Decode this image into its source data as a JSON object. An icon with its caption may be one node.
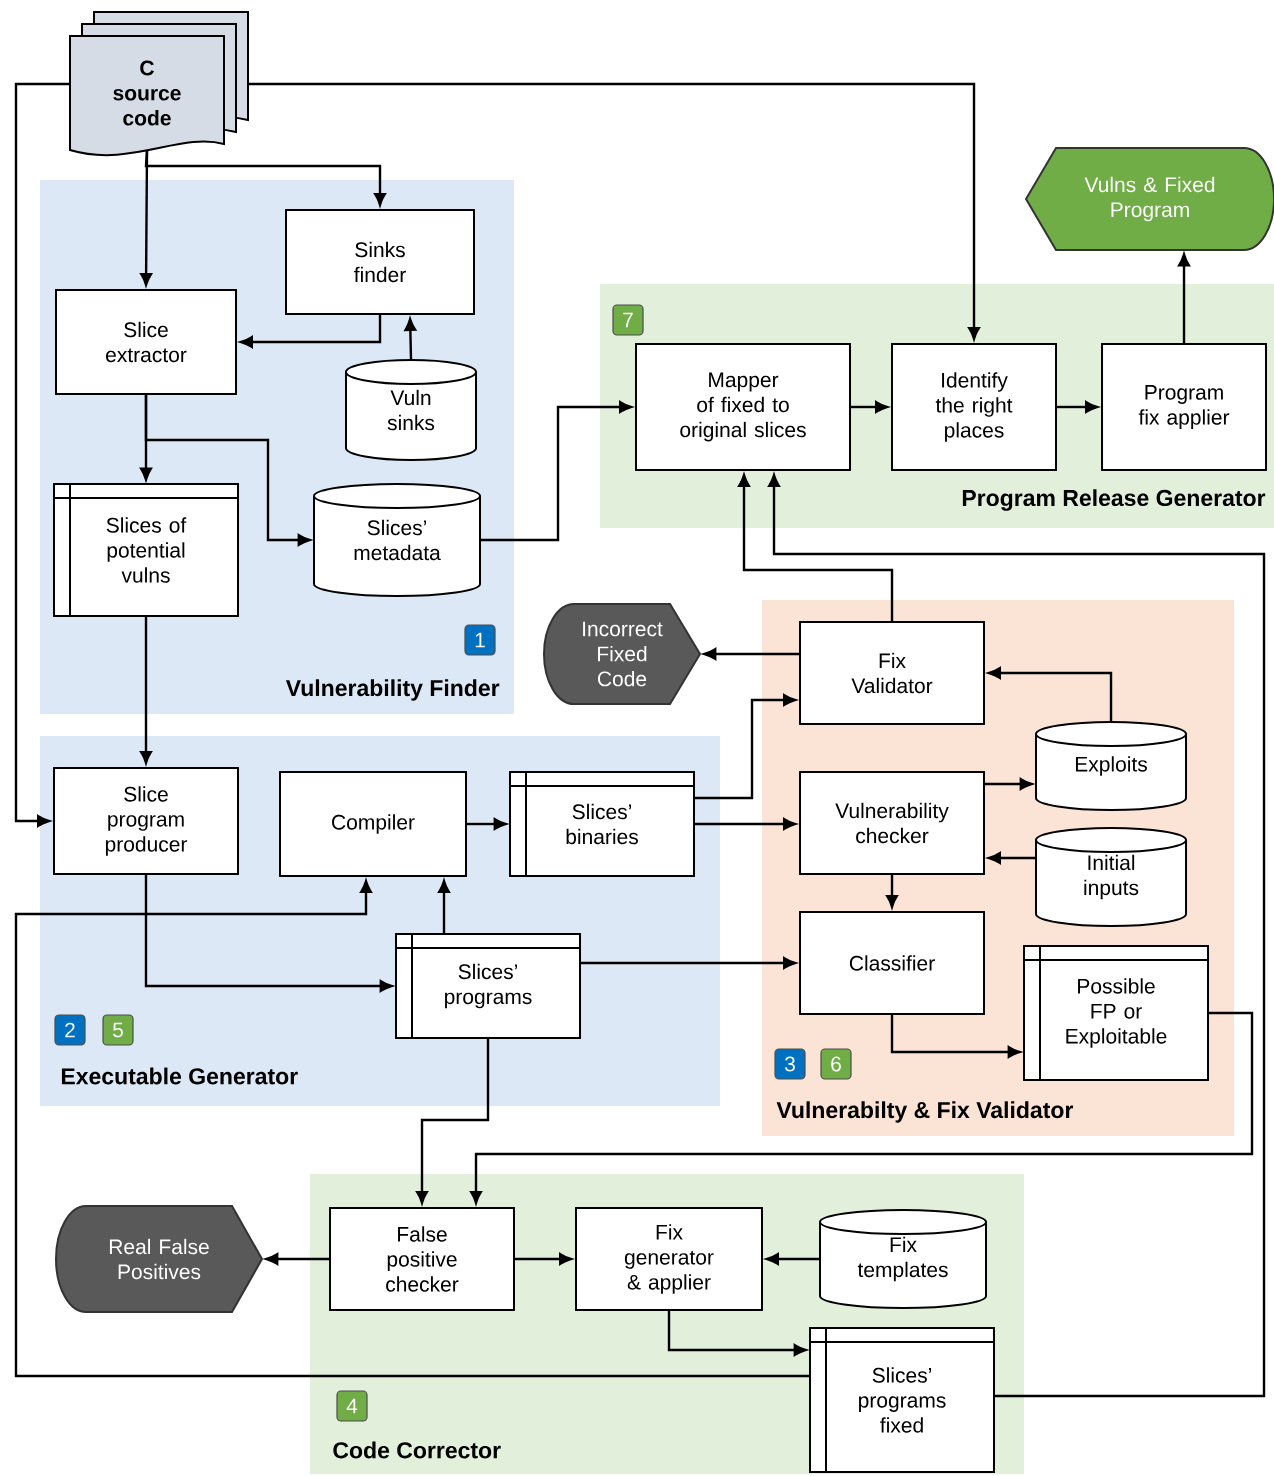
{
  "diagram": {
    "nodes": [
      {
        "text": [
          "C source code"
        ]
      },
      {
        "text": [
          "1",
          "Vulnerability Finder"
        ]
      },
      {
        "text": [
          "Sinks finder"
        ],
        "in": 1
      },
      {
        "text": [
          "Slice extractor"
        ],
        "in": 1
      },
      {
        "text": [
          "Vuln sinks"
        ],
        "in": 1
      },
      {
        "text": [
          "Slices of potential vulns"
        ],
        "in": 1
      },
      {
        "text": [
          "Slices’ metadata"
        ],
        "in": 1
      },
      {
        "text": [
          "7",
          "Program Release Generator"
        ]
      },
      {
        "text": [
          "Mapper of fixed to original slices"
        ],
        "in": 7
      },
      {
        "text": [
          "Identify the right places"
        ],
        "in": 7
      },
      {
        "text": [
          "Program fix applier"
        ],
        "in": 7
      },
      {
        "text": [
          "Vulns & Fixed Program"
        ]
      },
      {
        "text": [
          "Incorrect Fixed Code"
        ]
      },
      {
        "text": [
          "3",
          "6",
          "Vulnerabilty & Fix Validator"
        ]
      },
      {
        "text": [
          "Fix Validator"
        ],
        "in": 13
      },
      {
        "text": [
          "Exploits"
        ],
        "in": 13
      },
      {
        "text": [
          "Vulnerability checker"
        ],
        "in": 13
      },
      {
        "text": [
          "Initial inputs"
        ],
        "in": 13
      },
      {
        "text": [
          "Classifier"
        ],
        "in": 13
      },
      {
        "text": [
          "Possible FP or Exploitable"
        ],
        "in": 13
      },
      {
        "text": [
          "2",
          "5",
          "Executable Generator"
        ]
      },
      {
        "text": [
          "Slice program producer"
        ],
        "in": 20
      },
      {
        "text": [
          "Compiler"
        ],
        "in": 20
      },
      {
        "text": [
          "Slices’ binaries"
        ],
        "in": 20
      },
      {
        "text": [
          "Slices’ programs"
        ],
        "in": 20
      },
      {
        "text": [
          "Real False Positives"
        ]
      },
      {
        "text": [
          "4",
          "Code Corrector"
        ]
      },
      {
        "text": [
          "False positive checker"
        ],
        "in": 26
      },
      {
        "text": [
          "Fix generator & applier"
        ],
        "in": 26
      },
      {
        "text": [
          "Fix templates"
        ],
        "in": 26
      },
      {
        "text": [
          "Slices’ programs fixed"
        ],
        "in": 26
      }
    ],
    "edges": [
      {
        "from": 0,
        "to": 3,
        "arrow": "to"
      },
      {
        "from": 0,
        "to": 2,
        "arrow": "to"
      },
      {
        "from": 0,
        "to": 9,
        "arrow": "to"
      },
      {
        "from": 0,
        "to": 21,
        "arrow": "to"
      },
      {
        "from": 2,
        "to": 3,
        "arrow": "to"
      },
      {
        "from": 4,
        "to": 2,
        "arrow": "to"
      },
      {
        "from": 3,
        "to": 5,
        "arrow": "to"
      },
      {
        "from": 3,
        "to": 6,
        "arrow": "to"
      },
      {
        "from": 6,
        "to": 8,
        "arrow": "to"
      },
      {
        "from": 5,
        "to": 21,
        "arrow": "to"
      },
      {
        "from": 8,
        "to": 9,
        "arrow": "to"
      },
      {
        "from": 9,
        "to": 10,
        "arrow": "to"
      },
      {
        "from": 10,
        "to": 11,
        "arrow": "to"
      },
      {
        "from": 14,
        "to": 8,
        "arrow": "to"
      },
      {
        "from": 30,
        "to": 8,
        "arrow": "to"
      },
      {
        "from": 14,
        "to": 12,
        "arrow": "to"
      },
      {
        "from": 15,
        "to": 14,
        "arrow": "to"
      },
      {
        "from": 23,
        "to": 14,
        "arrow": "to"
      },
      {
        "from": 23,
        "to": 16,
        "arrow": "to"
      },
      {
        "from": 16,
        "to": 15,
        "arrow": "to"
      },
      {
        "from": 17,
        "to": 16,
        "arrow": "to"
      },
      {
        "from": 16,
        "to": 18,
        "arrow": "to"
      },
      {
        "from": 24,
        "to": 18,
        "arrow": "to"
      },
      {
        "from": 18,
        "to": 19,
        "arrow": "to"
      },
      {
        "from": 19,
        "to": 27,
        "arrow": "to"
      },
      {
        "from": 21,
        "to": 24,
        "arrow": "to"
      },
      {
        "from": 24,
        "to": 22,
        "arrow": "to"
      },
      {
        "from": 22,
        "to": 23,
        "arrow": "to"
      },
      {
        "from": 24,
        "to": 27,
        "arrow": "to"
      },
      {
        "from": 27,
        "to": 25,
        "arrow": "to"
      },
      {
        "from": 27,
        "to": 28,
        "arrow": "to"
      },
      {
        "from": 29,
        "to": 28,
        "arrow": "to"
      },
      {
        "from": 28,
        "to": 30,
        "arrow": "to"
      },
      {
        "from": 30,
        "to": 22,
        "arrow": "to"
      }
    ]
  }
}
